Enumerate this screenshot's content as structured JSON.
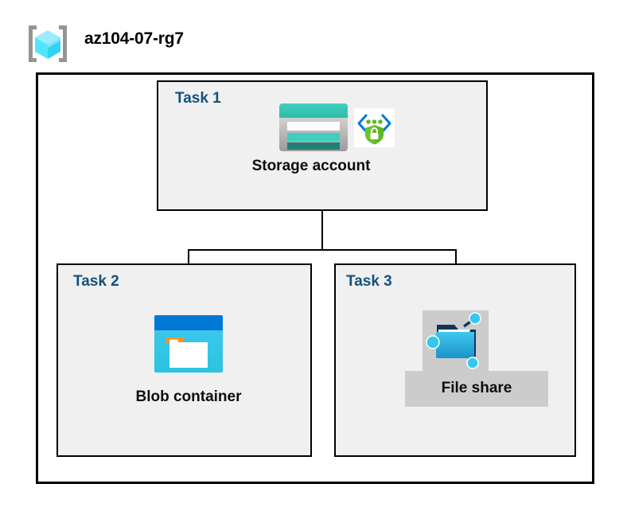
{
  "header": {
    "icon_name": "resource-group-icon",
    "title": "az104-07-rg7"
  },
  "diagram": {
    "type": "azure-architecture-diagram",
    "container_name": "az104-07-rg7",
    "colors": {
      "task_label": "#13517d",
      "task_box_fill": "#f0f0f0",
      "container_fill": "#ffffff",
      "border": "#000000",
      "storage_teal": "#37c2b1",
      "storage_teal_dark": "#2e8b84",
      "blob_blue": "#0078d4",
      "blob_cyan": "#32c8ea",
      "blob_orange": "#f7941e",
      "fileshare_cyan": "#32bde8",
      "shield_green": "#5cb724",
      "endpoint_blue": "#0078d4",
      "highlight_gray": "#cccccc",
      "cube_cyan": "#50e6ff",
      "bracket_gray": "#949494"
    },
    "tasks": [
      {
        "id": "task1",
        "label": "Task 1",
        "node_label": "Storage account",
        "icons": [
          "storage-account-icon",
          "secure-endpoint-shield-icon"
        ],
        "highlighted": false
      },
      {
        "id": "task2",
        "label": "Task 2",
        "node_label": "Blob container",
        "icons": [
          "blob-container-icon"
        ],
        "highlighted": false
      },
      {
        "id": "task3",
        "label": "Task 3",
        "node_label": "File share",
        "icons": [
          "file-share-icon"
        ],
        "highlighted": true
      }
    ],
    "connections": [
      {
        "from": "task1",
        "to": "task2"
      },
      {
        "from": "task1",
        "to": "task3"
      }
    ]
  }
}
